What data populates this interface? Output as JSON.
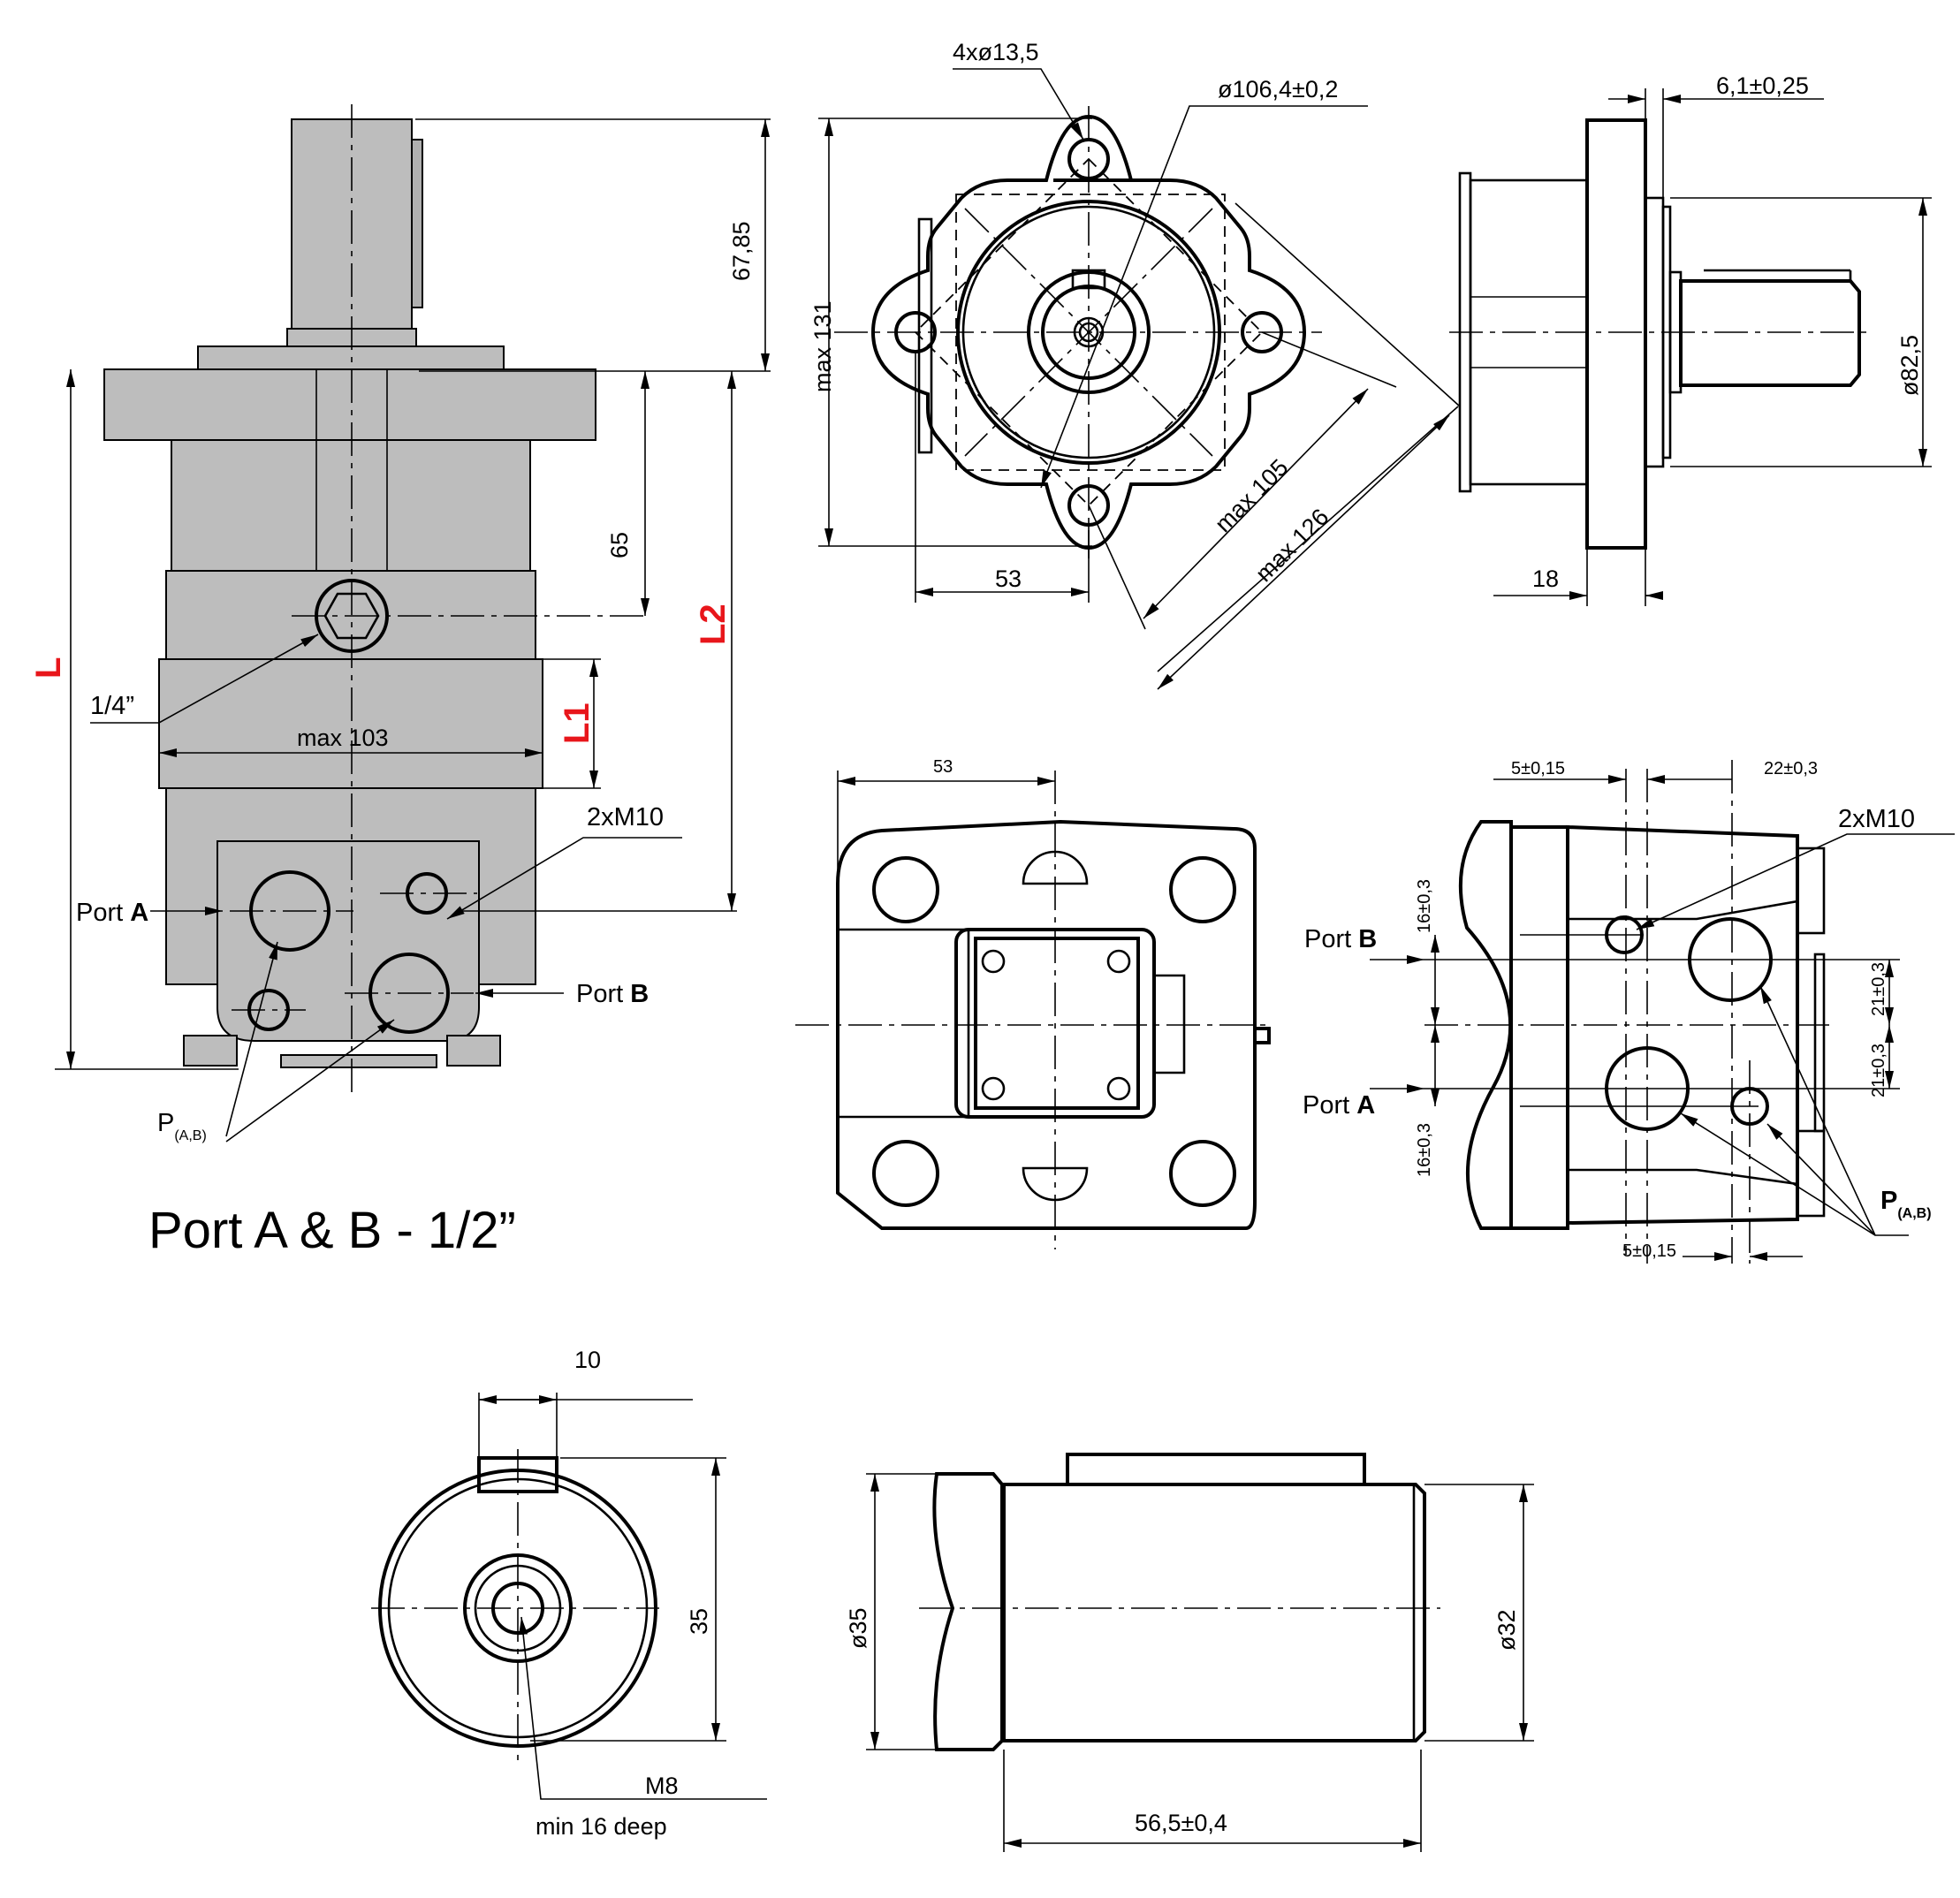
{
  "title": "Port A & B - 1/2”",
  "labels": {
    "L": "L",
    "L1": "L1",
    "L2": "L2",
    "port_a": "Port ",
    "port_a_bold": "A",
    "port_b": "Port ",
    "port_b_bold": "B",
    "two_m10": "2xM10",
    "quarter_inch": "1/4”",
    "p": "P",
    "p_sub": "(A,B)",
    "m8": "M8",
    "min_deep": "min 16  deep"
  },
  "dimensions": {
    "d67_85": "67,85",
    "d65": "65",
    "max103": "max 103",
    "holes": "4xø13,5",
    "pcd": "ø106,4±0,2",
    "max131": "max 131",
    "d53_top": "53",
    "max105": "max 105",
    "max126": "max 126",
    "d6_1": "6,1±0,25",
    "d82_5": "ø82,5",
    "d18": "18",
    "d53_mid": "53",
    "d5_15_top": "5±0,15",
    "d22_3": "22±0,3",
    "d16_3_top": "16±0,3",
    "d21_3_top": "21±0,3",
    "d21_3_bot": "21±0,3",
    "d16_3_bot": "16±0,3",
    "d5_15_bot": "5±0,15",
    "d10": "10",
    "d35": "35",
    "dia35": "ø35",
    "dia32": "ø32",
    "d56_5": "56,5±0,4"
  }
}
